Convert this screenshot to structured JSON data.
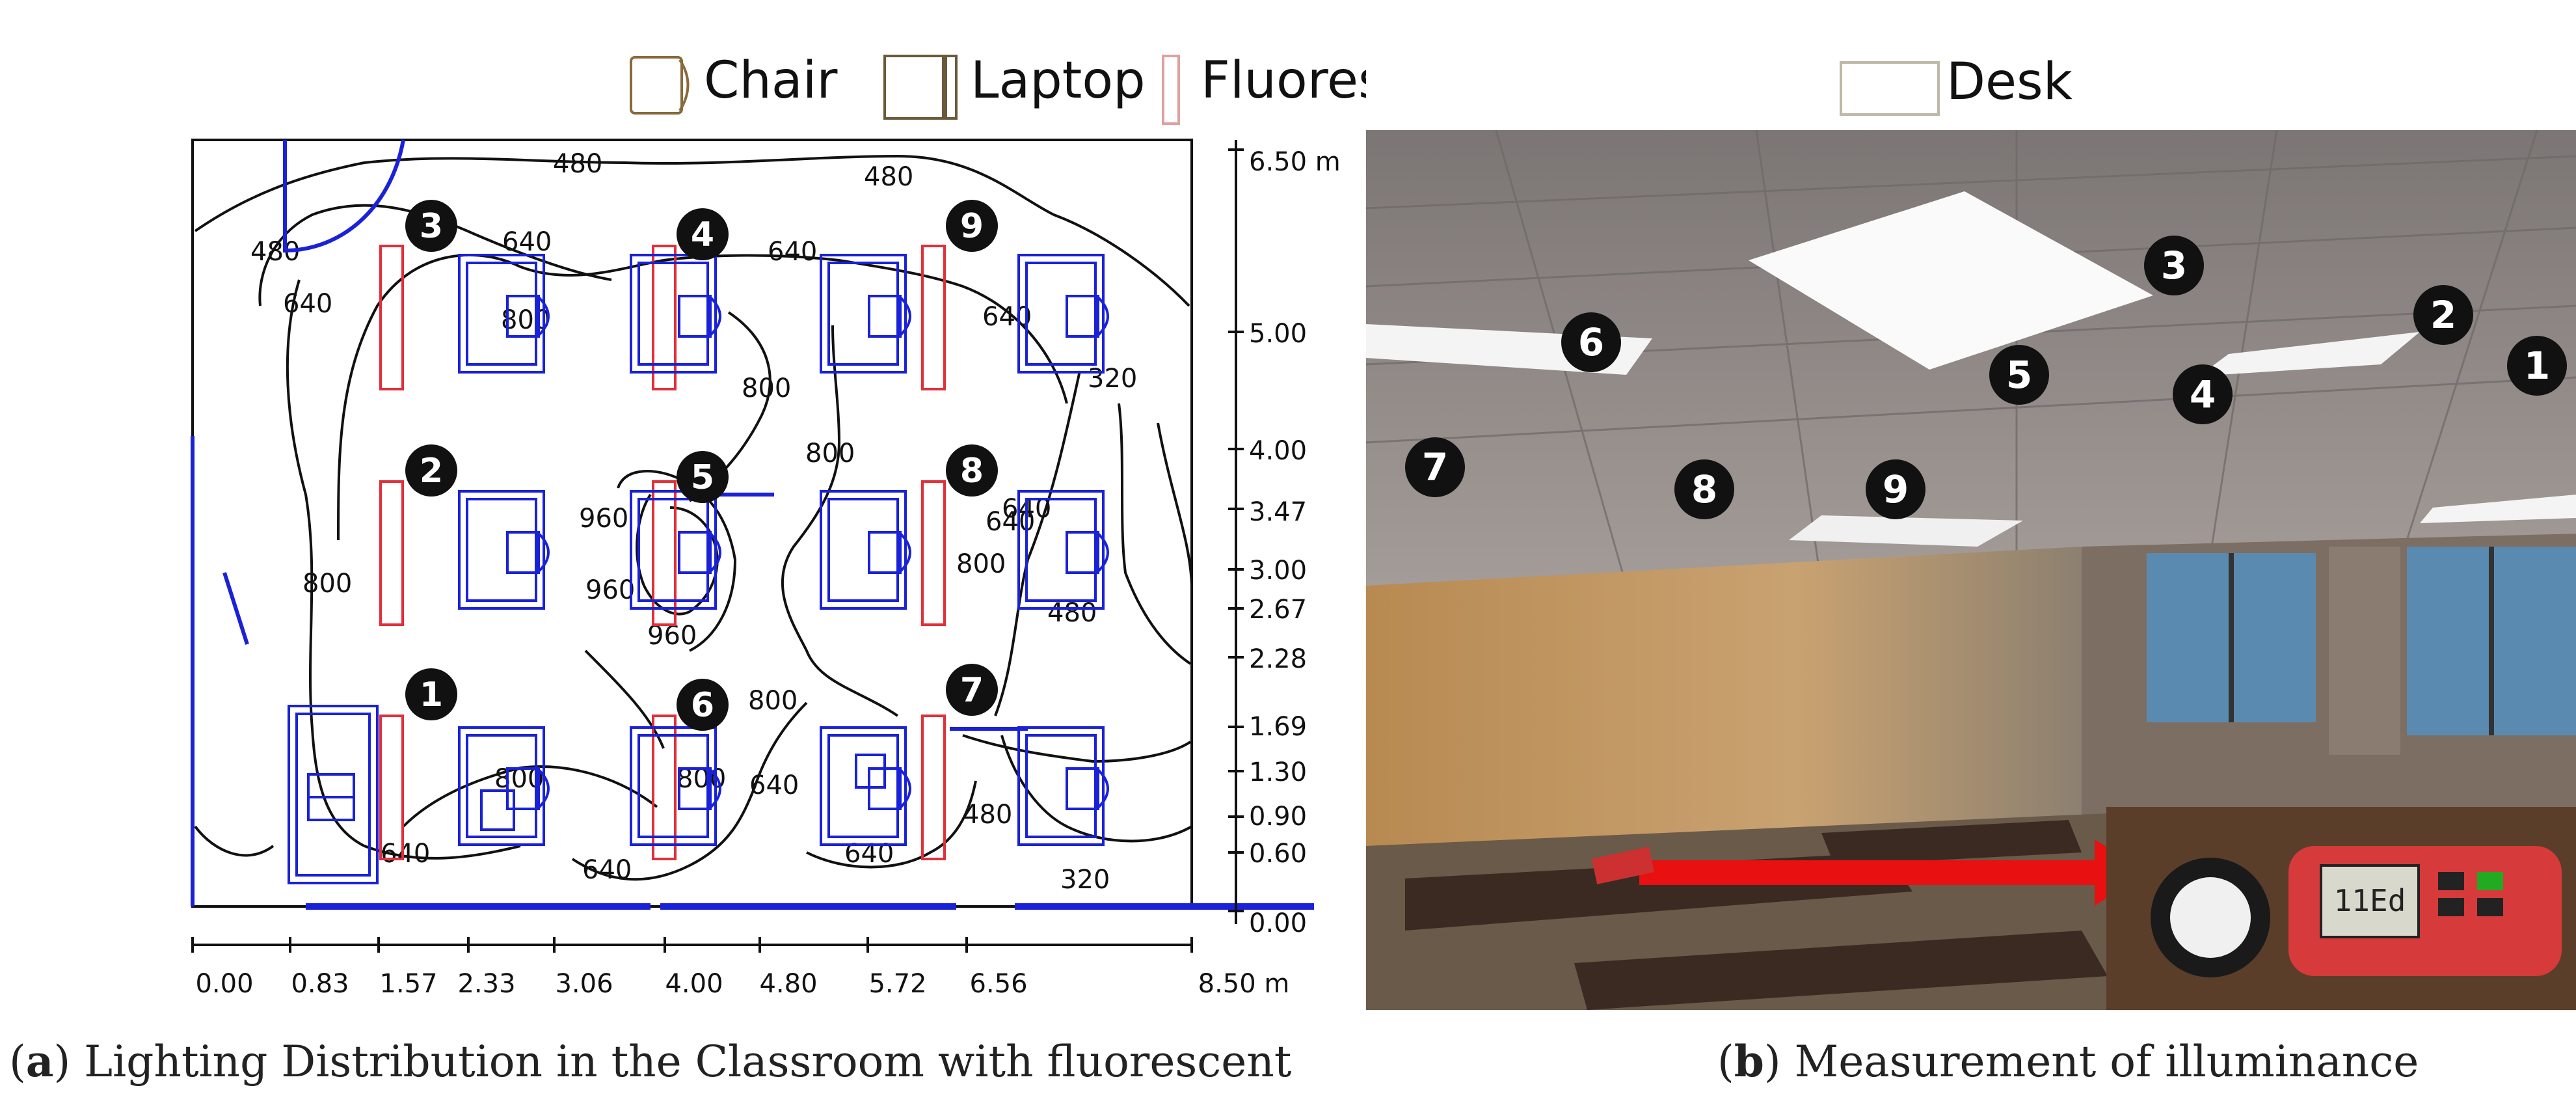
{
  "legend": {
    "chair": "Chair",
    "laptop": "Laptop",
    "fixture": "Fluorescent tube fixture",
    "desk": "Desk"
  },
  "plan": {
    "y_ticks": [
      "6.50 m",
      "5.00",
      "4.00",
      "3.47",
      "3.00",
      "2.67",
      "2.28",
      "1.69",
      "1.30",
      "0.90",
      "0.60",
      "0.00"
    ],
    "x_ticks": [
      "0.00",
      "0.83",
      "1.57",
      "2.33",
      "3.06",
      "4.00",
      "4.80",
      "5.72",
      "6.56",
      "8.50 m"
    ],
    "markers": [
      "1",
      "2",
      "3",
      "4",
      "5",
      "6",
      "7",
      "8",
      "9"
    ],
    "contour_labels": [
      "480",
      "480",
      "480",
      "640",
      "640",
      "640",
      "640",
      "640",
      "640",
      "640",
      "800",
      "800",
      "800",
      "800",
      "800",
      "800",
      "960",
      "960",
      "960",
      "320",
      "320",
      "800",
      "800",
      "640",
      "640",
      "480",
      "480",
      "640",
      "800",
      "800"
    ],
    "colors": {
      "contour": "#111111",
      "furniture": "#1a22d8",
      "fixture": "#e0303a"
    }
  },
  "photo": {
    "markers": [
      "3",
      "6",
      "2",
      "1",
      "5",
      "4",
      "7",
      "8",
      "9"
    ],
    "meter_display": "11Ed"
  },
  "captions": {
    "a_letter": "a",
    "a_text": "Lighting Distribution in the Classroom with fluorescent",
    "b_letter": "b",
    "b_text": "Measurement of illuminance"
  }
}
